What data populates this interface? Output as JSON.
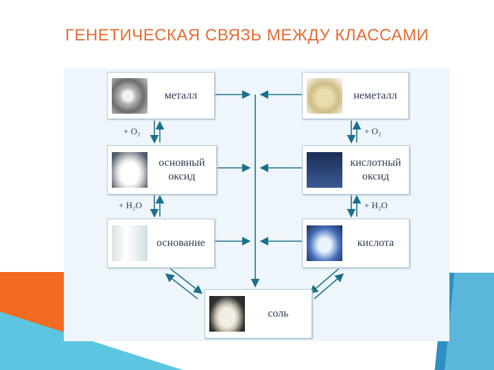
{
  "title": "ГЕНЕТИЧЕСКАЯ СВЯЗЬ МЕЖДУ КЛАССАМИ",
  "boxes": {
    "metal": "металл",
    "basic_oxide_1": "основный",
    "basic_oxide_2": "оксид",
    "base": "основание",
    "nonmetal": "неметалл",
    "acid_oxide_1": "кислотный",
    "acid_oxide_2": "оксид",
    "acid": "кислота",
    "salt": "соль"
  },
  "labels": {
    "o2_left": "+ O₂",
    "h2o_left": "+ H₂O",
    "o2_right": "+ O₂",
    "h2o_right": "+ H₂O"
  },
  "colors": {
    "title": "#e36c33",
    "arrows": "#1c6f8a"
  },
  "icons": {
    "metal": "metal-ore-photo",
    "nonmetal": "sulfur-powder-photo",
    "basic_oxide": "white-powder-photo",
    "acid_oxide": "flask-photo",
    "base": "beaker-clear-liquid-photo",
    "acid": "beaker-blue-liquid-photo",
    "salt": "salt-pile-photo"
  }
}
